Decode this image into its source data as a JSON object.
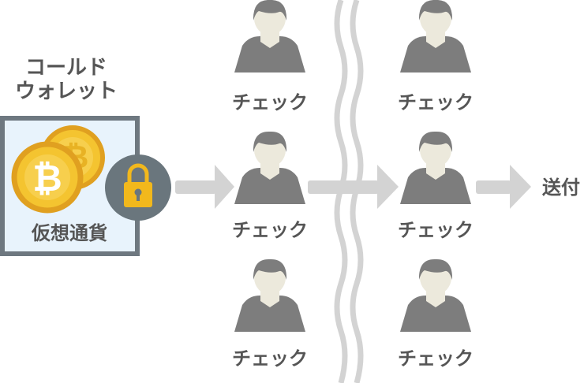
{
  "wallet": {
    "title_line1": "コールド",
    "title_line2": "ウォレット",
    "box_label": "仮想通貨",
    "coin_symbol": "₿",
    "lock_icon": "padlock-icon",
    "coin_icon": "bitcoin-coin-icon"
  },
  "checkers": {
    "group_a": [
      "チェック",
      "チェック",
      "チェック"
    ],
    "group_b": [
      "チェック",
      "チェック",
      "チェック"
    ],
    "person_icon": "person-icon"
  },
  "send_label": "送付",
  "colors": {
    "wallet_border": "#6e7880",
    "wallet_fill": "#e8f3fc",
    "coin_gold": "#f4c430",
    "coin_rim": "#e0a020",
    "lock_circle": "#6a767d",
    "lock_gold": "#f2b81c",
    "person_body": "#7d7d7d",
    "person_face": "#ece9dc",
    "arrow": "#d3d3d3",
    "wave": "#d3d3d3",
    "text": "#555555"
  }
}
